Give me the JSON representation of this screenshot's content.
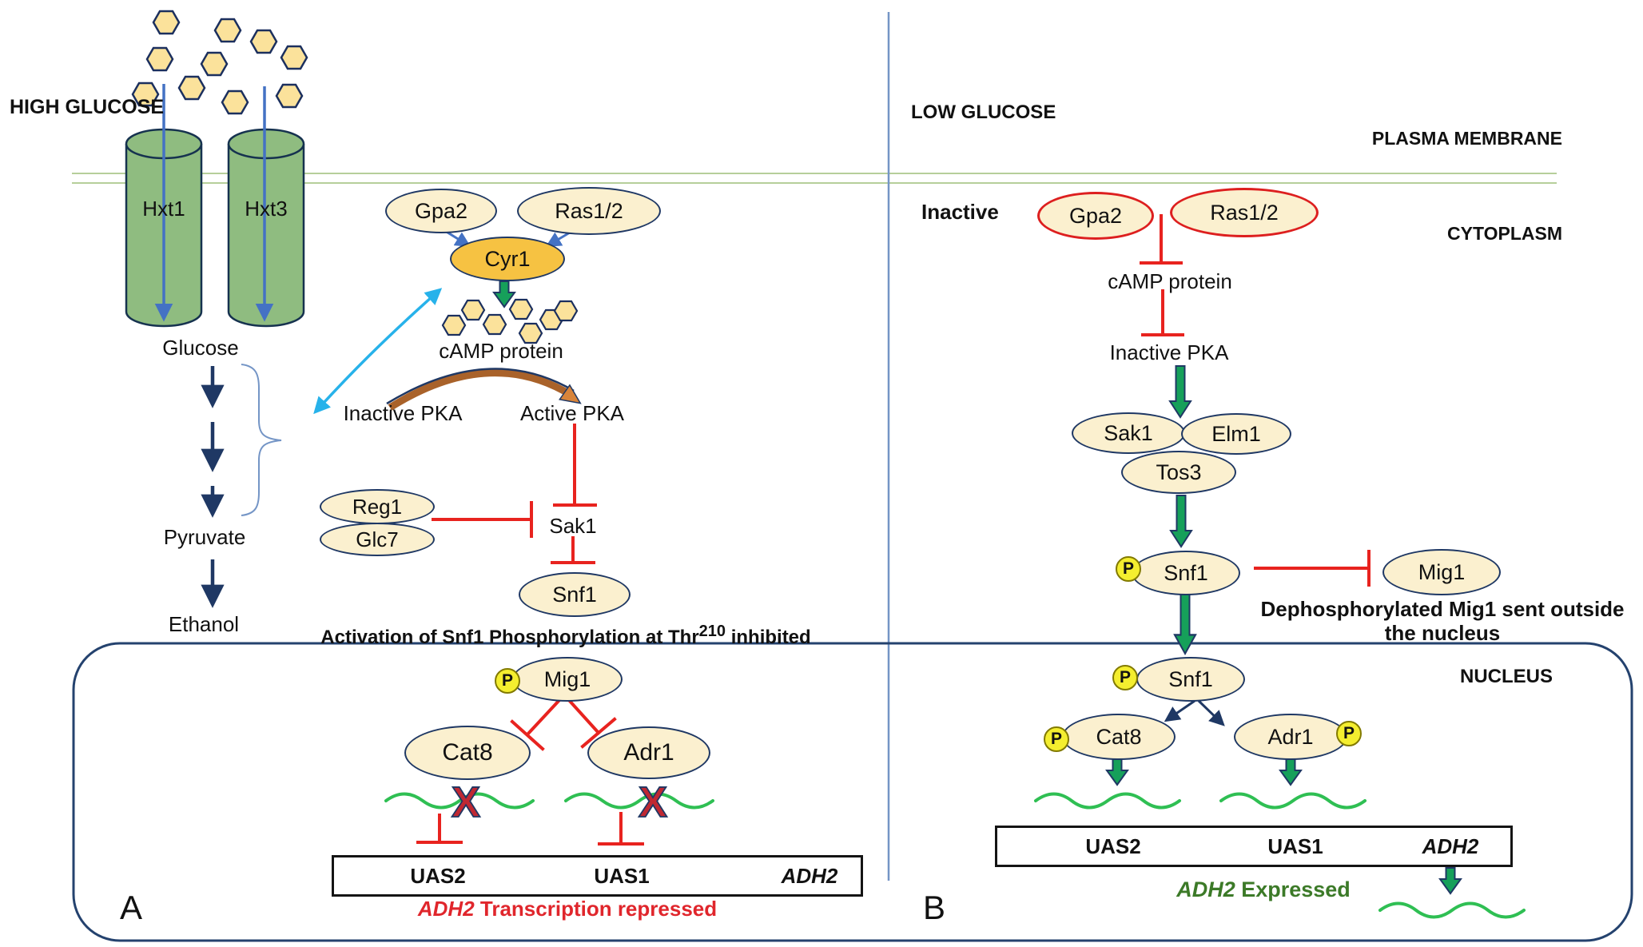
{
  "compartments": {
    "plasma_membrane": "PLASMA MEMBRANE",
    "cytoplasm": "CYTOPLASM",
    "nucleus": "NUCLEUS"
  },
  "phospho_badge": "P",
  "panel_a": {
    "id_label": "A",
    "condition": "HIGH GLUCOSE",
    "transporters": {
      "hxt1": "Hxt1",
      "hxt3": "Hxt3"
    },
    "metabolites": {
      "glucose": "Glucose",
      "pyruvate": "Pyruvate",
      "ethanol": "Ethanol"
    },
    "gpa2": "Gpa2",
    "ras": "Ras1/2",
    "cyr1": "Cyr1",
    "camp": "cAMP protein",
    "inactive_pka": "Inactive PKA",
    "active_pka": "Active PKA",
    "reg1": "Reg1",
    "glc7": "Glc7",
    "sak1": "Sak1",
    "snf1": "Snf1",
    "caption": {
      "pre": "Activation of Snf1 Phosphorylation at Thr",
      "sup": "210",
      "post": " inhibited"
    },
    "mig1": "Mig1",
    "cat8": "Cat8",
    "adr1": "Adr1",
    "block_x": "X",
    "gene_box": {
      "uas2": "UAS2",
      "uas1": "UAS1",
      "gene": "ADH2"
    },
    "repressed": {
      "gene": "ADH2",
      "rest": " Transcription repressed"
    }
  },
  "panel_b": {
    "id_label": "B",
    "condition": "LOW GLUCOSE",
    "inactive": "Inactive",
    "gpa2": "Gpa2",
    "ras": "Ras1/2",
    "camp": "cAMP protein",
    "inactive_pka": "Inactive PKA",
    "sak1": "Sak1",
    "elm1": "Elm1",
    "tos3": "Tos3",
    "snf1": "Snf1",
    "mig1": "Mig1",
    "note": {
      "line1": "Dephosphorylated Mig1 sent outside",
      "line2": "the nucleus"
    },
    "snf1_nuclear": "Snf1",
    "cat8": "Cat8",
    "adr1": "Adr1",
    "gene_box": {
      "uas2": "UAS2",
      "uas1": "UAS1",
      "gene": "ADH2"
    },
    "expressed": {
      "gene": "ADH2",
      "rest": " Expressed"
    }
  },
  "colors": {
    "inhibition_red": "#e8231f",
    "inactive_ring_red": "#dd1f1f",
    "activation_green": "#16a05a",
    "mrna_green": "#2fbf53",
    "node_cream": "#fbf0cf",
    "cyr1_gold": "#f6c242",
    "membrane_green": "#b6cf9a",
    "transporter_green": "#8fbc80",
    "navy": "#1f3864",
    "steel_blue": "#4472c4",
    "cyan": "#27b2ea",
    "brown_arc": "#a9622a",
    "phospho_yellow": "#f4ee2f",
    "hexose_yellow": "#fbe29b",
    "x_red": "#c02832"
  }
}
